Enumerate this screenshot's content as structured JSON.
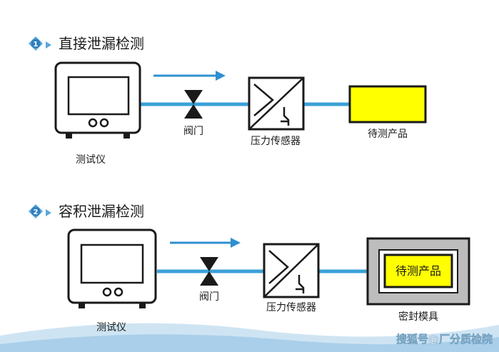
{
  "colors": {
    "pipe": "#3aa0d8",
    "arrow": "#2f8fd0",
    "outline": "#1a1a1a",
    "product_fill": "#ffff00",
    "fixture_fill": "#bdbdbd",
    "badge": "#5aa8d8",
    "background": "#ffffff",
    "wave": "#cfe4f3"
  },
  "sections": [
    {
      "number": "1",
      "title": "直接泄漏检测",
      "tester_label": "测试仪",
      "valve_label": "阀门",
      "sensor_label": "压力传感器",
      "product_label": "待测产品"
    },
    {
      "number": "2",
      "title": "容积泄漏检测",
      "tester_label": "测试仪",
      "valve_label": "阀门",
      "sensor_label": "压力传感器",
      "product_label": "待测产品",
      "fixture_label": "密封模具"
    }
  ],
  "watermark": "搜狐号@厂分质检院"
}
